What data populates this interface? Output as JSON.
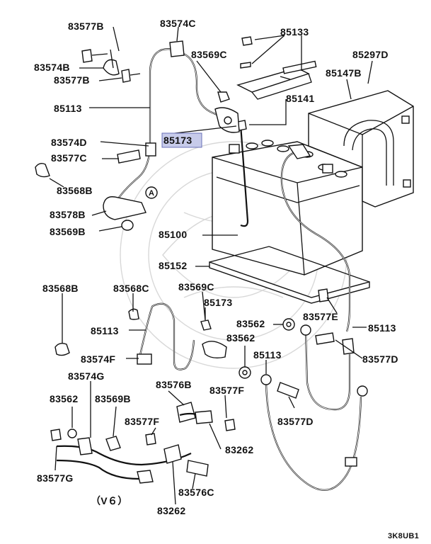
{
  "labels": {
    "l83577B_top": "83577B",
    "l83574C": "83574C",
    "l85133": "85133",
    "l83574B": "83574B",
    "l83569C_top": "83569C",
    "l85297D": "85297D",
    "l83577B_mid": "83577B",
    "l85147B": "85147B",
    "l85113_top": "85113",
    "l85141": "85141",
    "l85173_top": "85173",
    "l83574D": "83574D",
    "l83577C": "83577C",
    "l83568B_top": "83568B",
    "l83578B": "83578B",
    "l83569B_top": "83569B",
    "l85100": "85100",
    "l85152": "85152",
    "l83568B_bot": "83568B",
    "l83568C": "83568C",
    "l83569C_bot": "83569C",
    "l85173_bot": "85173",
    "l83562_a": "83562",
    "l83577E": "83577E",
    "l85113_right": "85113",
    "l85113_left": "85113",
    "l83562_b": "83562",
    "l83574F": "83574F",
    "l85113_mid": "85113",
    "l83577D_right": "83577D",
    "l83574G": "83574G",
    "l83576B": "83576B",
    "l83577F_a": "83577F",
    "l83562_left": "83562",
    "l83569B_bot": "83569B",
    "l83577F_b": "83577F",
    "l83577D_bot": "83577D",
    "l83262_a": "83262",
    "l83577G": "83577G",
    "l83576C": "83576C",
    "l83262_b": "83262"
  },
  "callout_a": "A",
  "variant_label": "（V６）",
  "diagram_code": "3K8UB1",
  "highlighted_part": "85173",
  "colors": {
    "highlight_fill": "#c7cbea",
    "highlight_border": "#6a70b8",
    "ink": "#111111"
  }
}
